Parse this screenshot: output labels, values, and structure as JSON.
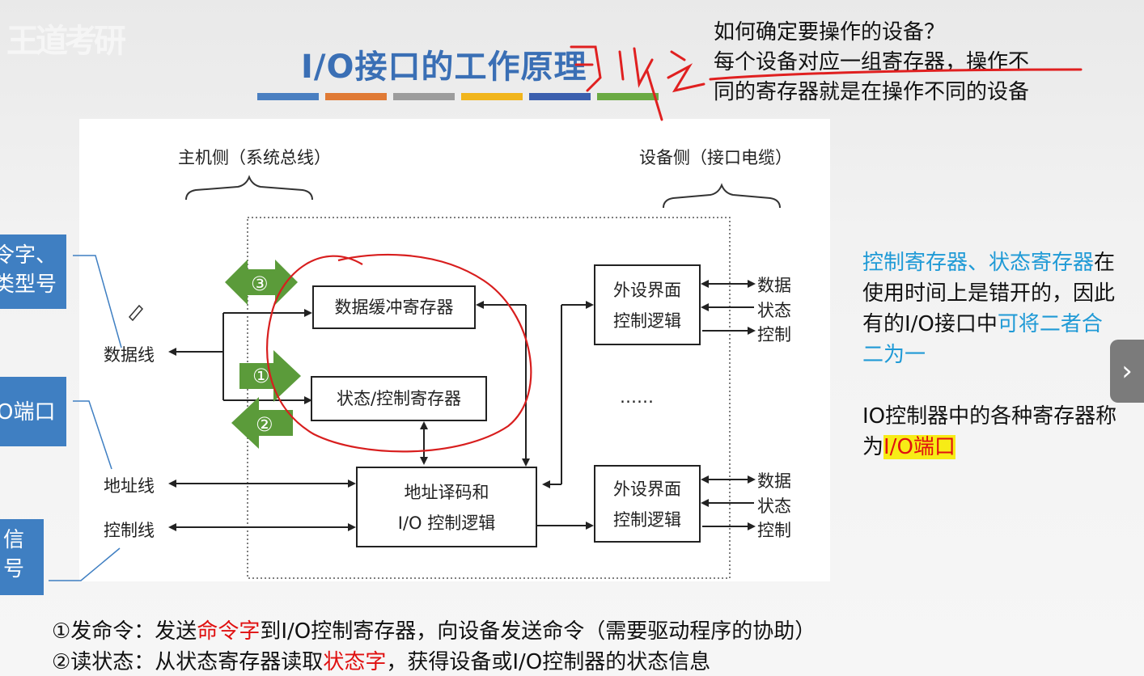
{
  "slide": {
    "watermark": "王道考研",
    "title": "I/O接口的工作原理",
    "stripe_colors": [
      "#4a7fc1",
      "#e07a35",
      "#9c9c9c",
      "#f1b51c",
      "#3b5fae",
      "#6aaa43"
    ],
    "question": {
      "line1": "如何确定要操作的设备？",
      "line2": "每个设备对应一组寄存器，操作不",
      "line3": "同的寄存器就是在操作不同的设备"
    },
    "handwriting": "可以这",
    "left_boxes": {
      "box1_line1": "令字、",
      "box1_line2": "类型号",
      "box2": "O端口",
      "box3_line1": "信",
      "box3_line2": "号"
    },
    "right_notes": {
      "p1_blue": "控制寄存器、状态寄存器",
      "p1_mid": "在使用时间上是错开的，因此有的I/O接口中",
      "p1_blue2": "可将二者合二为一",
      "p2_text": "IO控制器中的各种寄存器称为",
      "p2_highlight": "I/O端口"
    },
    "nav_arrow": "›",
    "bottom": {
      "line1_a": "①发命令：发送",
      "line1_red": "命令字",
      "line1_b": "到I/O控制寄存器，向设备发送命令（需要驱动程序的协助）",
      "line2_a": "②读状态：从状态寄存器读取",
      "line2_red": "状态字",
      "line2_b": "，获得设备或I/O控制器的状态信息"
    }
  },
  "diagram": {
    "host_side": "主机侧（系统总线）",
    "device_side": "设备侧（接口电缆）",
    "data_line": "数据线",
    "address_line": "地址线",
    "control_line": "控制线",
    "data_buffer_reg": "数据缓冲寄存器",
    "status_control_reg": "状态/控制寄存器",
    "addr_decode_line1": "地址译码和",
    "addr_decode_line2": "I/O 控制逻辑",
    "periph_line1": "外设界面",
    "periph_line2": "控制逻辑",
    "sig_data": "数据",
    "sig_status": "状态",
    "sig_control": "控制",
    "ellipsis": "……",
    "step1": "①",
    "step2": "②",
    "step3": "③"
  }
}
